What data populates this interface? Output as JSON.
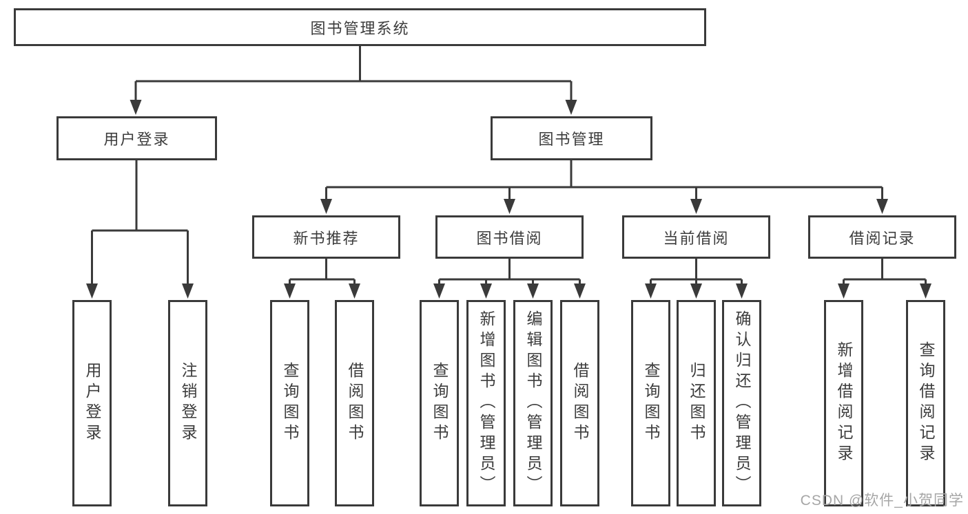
{
  "diagram": {
    "nodes": {
      "root": "图书管理系统",
      "user_login": "用户登录",
      "book_management": "图书管理",
      "new_book_recommend": "新书推荐",
      "book_borrow": "图书借阅",
      "current_borrow": "当前借阅",
      "borrow_records": "借阅记录",
      "leaf_user_login": "用户登录",
      "leaf_logout": "注销登录",
      "nbr_query_book": "查询图书",
      "nbr_borrow_book": "借阅图书",
      "bb_query_book": "查询图书",
      "bb_add_book": "新增图书（管理员）",
      "bb_edit_book": "编辑图书（管理员）",
      "bb_borrow_book": "借阅图书",
      "cb_query_book": "查询图书",
      "cb_return_book": "归还图书",
      "cb_confirm_return": "确认归还（管理员）",
      "br_add_record": "新增借阅记录",
      "br_query_record": "查询借阅记录"
    },
    "colors": {
      "line": "#3a3a3a",
      "text": "#3c3c3c",
      "box_background": "#ffffff"
    }
  },
  "watermark": {
    "text": "CSDN @软件_小贺同学",
    "color": "#a6a6a6"
  }
}
